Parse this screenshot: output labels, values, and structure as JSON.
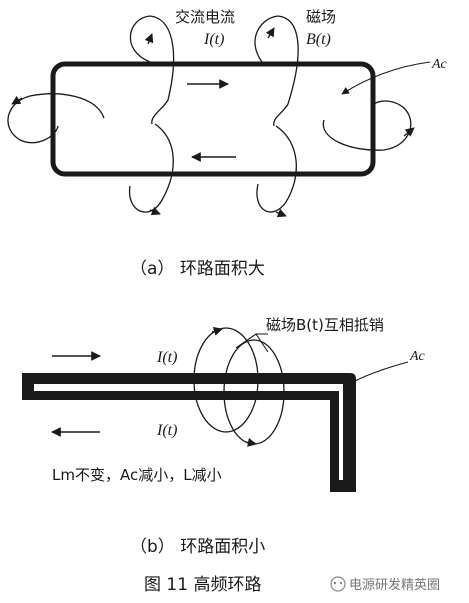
{
  "panel_a": {
    "label_current_cn": "交流电流",
    "label_current_sym": "I(t)",
    "label_field_cn": "磁场",
    "label_field_sym": "B(t)",
    "label_area": "Ac",
    "caption": "（a） 环路面积大"
  },
  "panel_b": {
    "label_cancel": "磁场B(t)互相抵销",
    "label_current_top": "I(t)",
    "label_current_bottom": "I(t)",
    "label_area": "Ac",
    "label_note": "Lm不变，Ac减小，L减小",
    "caption": "（b） 环路面积小"
  },
  "figure_title": "图 11    高频环路",
  "watermark": "电源研发精英圈"
}
